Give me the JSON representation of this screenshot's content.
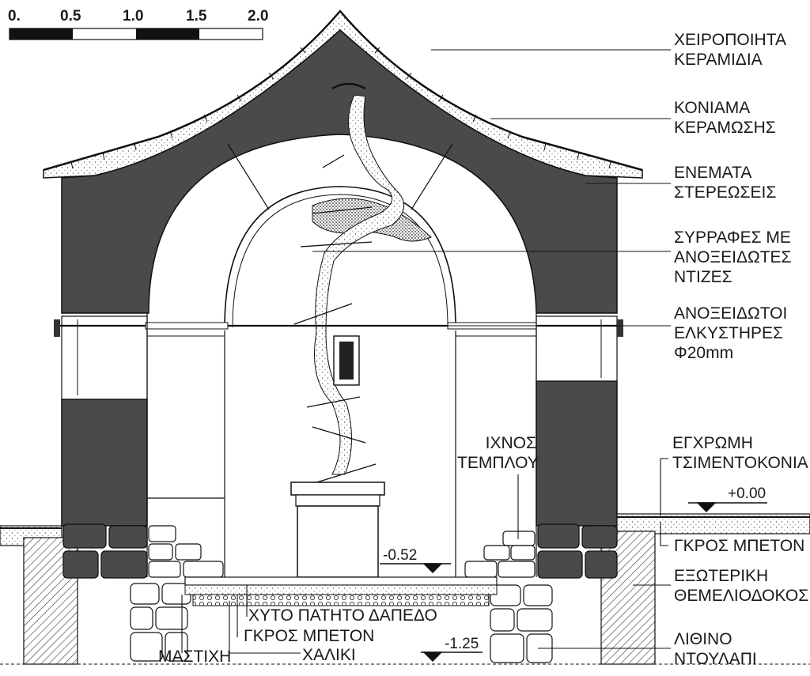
{
  "scale_bar": {
    "ticks": [
      "0.",
      "0.5",
      "1.0",
      "1.5",
      "2.0"
    ]
  },
  "annotations_right": {
    "roof_tiles": [
      "ΧΕΙΡΟΠΟΙΗΤΑ",
      "ΚΕΡΑΜΙΔΙΑ"
    ],
    "tiling_mortar": [
      "ΚΟΝΙΑΜΑ",
      "ΚΕΡΑΜΩΣΗΣ"
    ],
    "grout_injections": [
      "ΕΝΕΜΑΤΑ",
      "ΣΤΕΡΕΩΣΕΙΣ"
    ],
    "stitching": [
      "ΣΥΡΡΑΦΕΣ ΜΕ",
      "ΑΝΟΞΕΙΔΩΤΕΣ",
      "ΝΤΙΖΕΣ"
    ],
    "tie_rods": [
      "ΑΝΟΞΕΙΔΩΤΟΙ",
      "ΕΛΚΥΣΤΗΡΕΣ",
      "Φ20mm"
    ],
    "colored_cement": [
      "ΕΓΧΡΩΜΗ",
      "ΤΣΙΜΕΝΤΟΚΟΝΙΑ"
    ],
    "grey_concrete_outer": [
      "ΓΚΡΟΣ ΜΠΕΤΟΝ"
    ],
    "outer_foundation_beam": [
      "ΕΞΩΤΕΡΙΚΗ",
      "ΘΕΜΕΛΙΟΔΟΚΟΣ"
    ],
    "stone_cupboard": [
      "ΛΙΘΙΝΟ",
      "ΝΤΟΥΛΑΠΙ"
    ]
  },
  "annotations_inner": {
    "templon_trace": [
      "ΙΧΝΟΣ",
      "ΤΕΜΠΛΟΥ"
    ]
  },
  "annotations_bottom": {
    "cast_floor": "ΧΥΤΟ ΠΑΤΗΤΟ ΔΑΠΕΔΟ",
    "grey_concrete": "ΓΚΡΟΣ ΜΠΕΤΟΝ",
    "gravel": "ΧΑΛΙΚΙ",
    "mastic": "ΜΑΣΤΙΧΗ"
  },
  "levels": {
    "ground": "+0.00",
    "floor": "-0.52",
    "base": "-1.25"
  }
}
